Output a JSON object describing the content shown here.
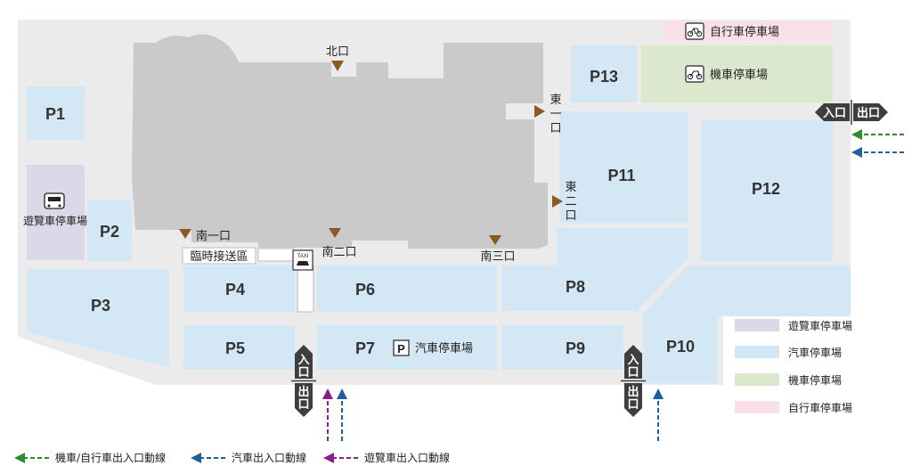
{
  "colors": {
    "lot": "#d4e7f4",
    "bus": "#ddd8e8",
    "moto": "#dbe8cd",
    "bike": "#f9dfe8",
    "building": "#cacaca",
    "site": "#ebebeb",
    "gate": "#8a5a22",
    "arrow_gray": "#3e3e3e",
    "green": "#2e8b2e",
    "blue": "#1f5f9f",
    "purple": "#8a1f8a"
  },
  "lots": {
    "p1": "P1",
    "p2": "P2",
    "p3": "P3",
    "p4": "P4",
    "p5": "P5",
    "p6": "P6",
    "p7": "P7",
    "p8": "P8",
    "p9": "P9",
    "p10": "P10",
    "p11": "P11",
    "p12": "P12",
    "p13": "P13"
  },
  "areas": {
    "bus": "遊覽車停車場",
    "moto": "機車停車場",
    "bike": "自行車停車場",
    "car_badge": "P",
    "car": "汽車停車場",
    "dropoff": "臨時接送區",
    "taxi": "TAXI"
  },
  "gates": {
    "north": "北口",
    "east1": [
      "東",
      "一",
      "口"
    ],
    "east2": [
      "東",
      "二",
      "口"
    ],
    "south1": "南一口",
    "south2": "南二口",
    "south3": "南三口"
  },
  "signs": {
    "entry": "入口",
    "exit": "出口",
    "entry_v": [
      "入",
      "口"
    ],
    "exit_v": [
      "出",
      "口"
    ]
  },
  "legend": {
    "bus": "遊覽車停車場",
    "car": "汽車停車場",
    "moto": "機車停車場",
    "bike": "自行車停車場"
  },
  "routes_legend": {
    "moto": "機車/自行車出入口動線",
    "car": "汽車出入口動線",
    "bus": "遊覽車出入口動線"
  }
}
